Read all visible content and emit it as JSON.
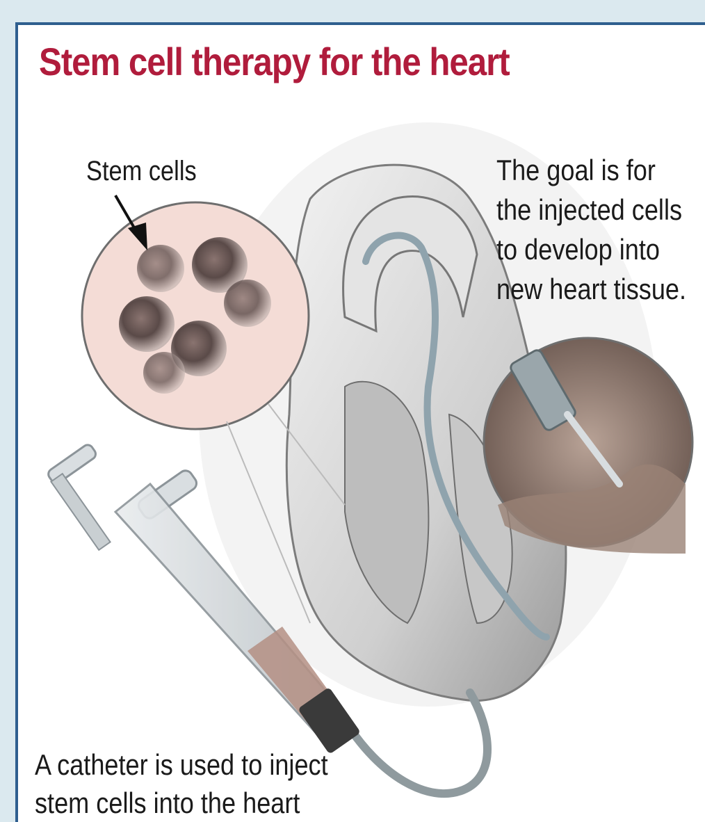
{
  "title": "Stem cell therapy for the heart",
  "callouts": {
    "stem_cells": "Stem cells",
    "goal_lines": [
      "The goal is for",
      "the injected cells",
      "to develop into",
      "new heart tissue."
    ],
    "catheter_lines": [
      "A catheter is used to inject",
      "stem cells into the heart"
    ]
  },
  "colors": {
    "title": "#b01c3c",
    "border": "#2f5f8f",
    "background": "#dbe9ef"
  }
}
